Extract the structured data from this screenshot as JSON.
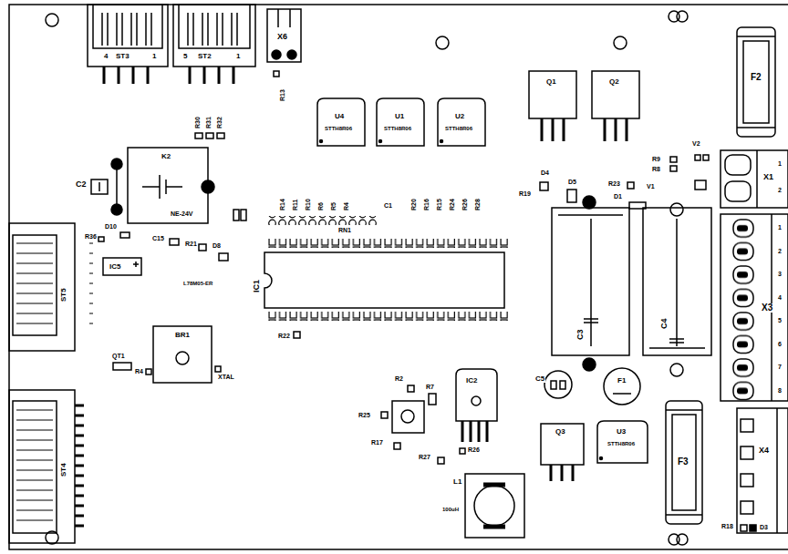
{
  "diagram": {
    "labels": [
      "4",
      "ST3",
      "1",
      "5",
      "ST2",
      "1",
      "X6",
      "R13",
      "R30",
      "R31",
      "R32",
      "U4",
      "STTH8R06",
      "U1",
      "STTH8R06",
      "U2",
      "STTH8R06",
      "Q1",
      "Q2",
      "F2",
      "X1",
      "1",
      "2",
      "V2",
      "R9",
      "R8",
      "C2",
      "K2",
      "NE-24V",
      "D4",
      "R19",
      "D5",
      "R23",
      "V1",
      "D1",
      "R14",
      "R11",
      "R10",
      "R6",
      "R5",
      "R4",
      "C1",
      "R20",
      "R16",
      "R15",
      "R24",
      "R26",
      "R28",
      "RN1",
      "D10",
      "R36",
      "C15",
      "R21",
      "D8",
      "IC5",
      "L78M05-ER",
      "IC1",
      "R22",
      "C3",
      "C4",
      "ST5",
      "ST4",
      "QT1",
      "R4",
      "BR1",
      "XTAL",
      "C5",
      "F1",
      "R2",
      "R7",
      "R25",
      "IC2",
      "R17",
      "R27",
      "R26",
      "L1",
      "100uH",
      "Q3",
      "U3",
      "STTH8R06",
      "F3",
      "X4",
      "X3",
      "1",
      "2",
      "3",
      "4",
      "5",
      "6",
      "7",
      "8",
      "R18",
      "D3"
    ]
  }
}
